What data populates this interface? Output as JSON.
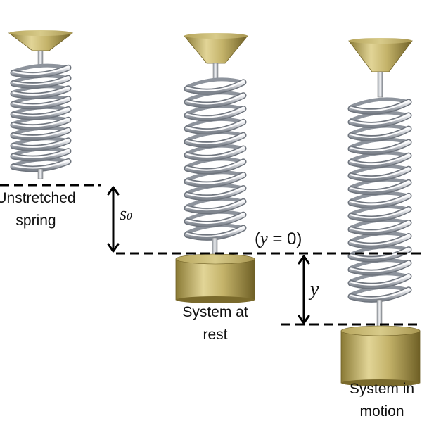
{
  "labels": {
    "unstretched_line1": "Unstretched",
    "unstretched_line2": "spring",
    "rest_line1": "System at",
    "rest_line2": "rest",
    "motion_line1": "System in",
    "motion_line2": "motion"
  },
  "symbols": {
    "s0_base": "s",
    "s0_sub": "0",
    "y": "y",
    "equilibrium_open": "(",
    "equilibrium_var": "y",
    "equilibrium_rest": " = 0)"
  },
  "colors": {
    "brass_light": "#d9cc8a",
    "brass_mid": "#b8a55a",
    "brass_dark": "#7d6c2c",
    "coil_light": "#e6e8ec",
    "coil_dark": "#8d939c",
    "line": "#000000"
  }
}
